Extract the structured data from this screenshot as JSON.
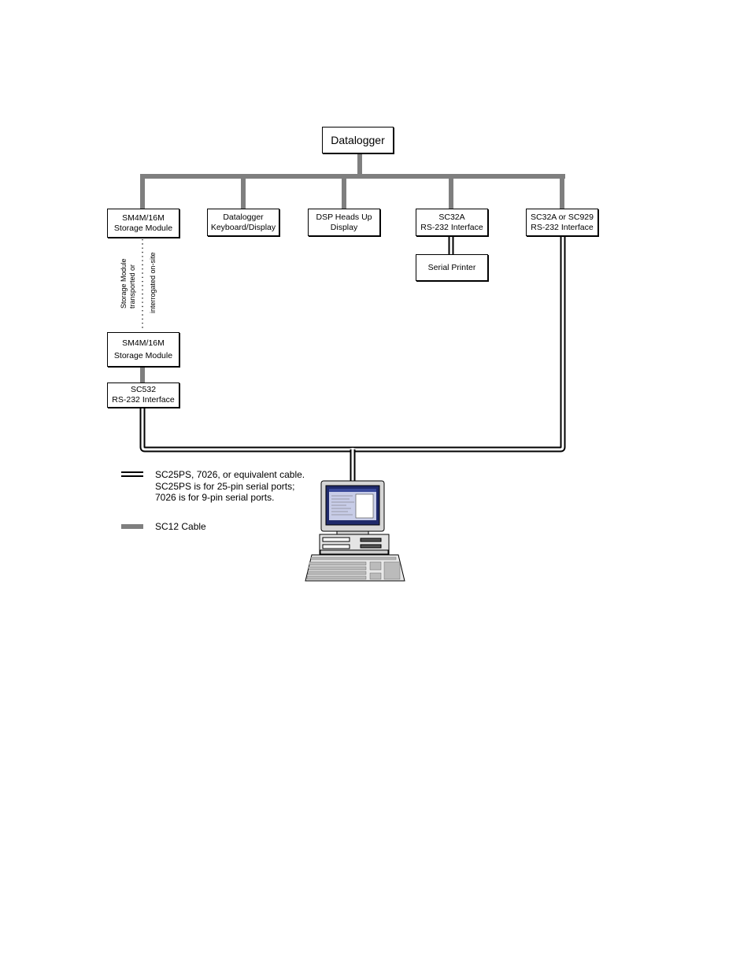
{
  "nodes": {
    "datalogger": [
      "Datalogger"
    ],
    "sm_top": [
      "SM4M/16M",
      "Storage Module"
    ],
    "keyboard": [
      "Datalogger",
      "Keyboard/Display"
    ],
    "dsp": [
      "DSP Heads Up",
      "Display"
    ],
    "sc32a": [
      "SC32A",
      "RS-232 Interface"
    ],
    "sc32a_929": [
      "SC32A or SC929",
      "RS-232 Interface"
    ],
    "printer": [
      "Serial Printer"
    ],
    "sm_bottom": [
      "SM4M/16M",
      "Storage Module"
    ],
    "sc532": [
      "SC532",
      "RS-232 Interface"
    ]
  },
  "annotation": {
    "left": [
      "Storage Module",
      "transported or"
    ],
    "right": [
      "interrogated on-site"
    ]
  },
  "legend": {
    "double_cable": [
      "SC25PS, 7026, or equivalent cable.",
      "SC25PS is for 25-pin serial ports;",
      "7026 is for 9-pin serial ports."
    ],
    "sc12": "SC12 Cable"
  },
  "colors": {
    "sc12": "#7f7f7f",
    "line": "#000000",
    "box_border": "#000000"
  }
}
